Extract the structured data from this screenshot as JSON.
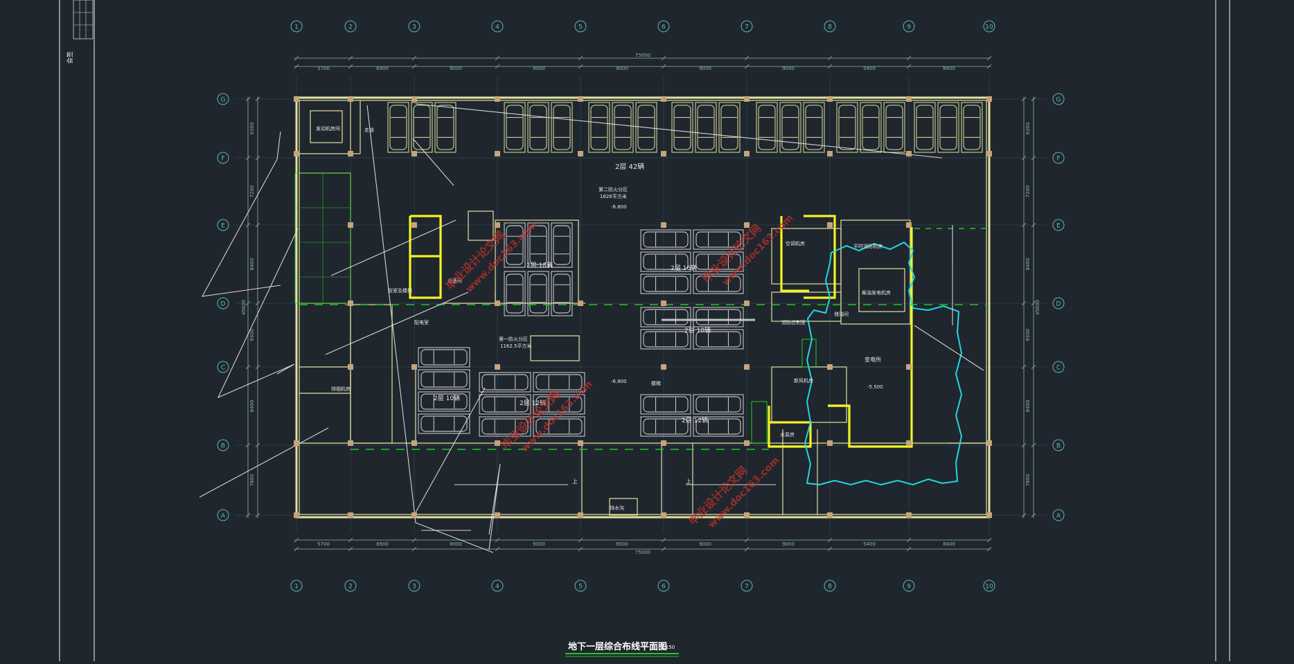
{
  "drawing": {
    "title": "地下一层综合布线平面图",
    "scale": "1:150",
    "sidebar_label": "会签",
    "colors": {
      "background": "#1f262e",
      "grid": "#5fb7b7",
      "wall": "#e3e3a0",
      "highlight_wall": "#f3f323",
      "dim_line": "#8fb6b6",
      "green": "#22c922",
      "cyan": "#25d7e0",
      "white": "#e8e8e8",
      "watermark": "#c0312b",
      "column": "#c7a37a"
    }
  },
  "axes": {
    "columns": [
      "1",
      "2",
      "3",
      "4",
      "5",
      "6",
      "7",
      "8",
      "9",
      "10"
    ],
    "rows": [
      "A",
      "B",
      "C",
      "D",
      "E",
      "F",
      "G"
    ],
    "dims_top": [
      "5700",
      "6900",
      "8000",
      "9000",
      "9000",
      "9000",
      "9000",
      "5400",
      "8400"
    ],
    "dims_bottom": [
      "5700",
      "6900",
      "8000",
      "9000",
      "9000",
      "9000",
      "9000",
      "5400",
      "8400"
    ],
    "total_dim": "75000",
    "dims_left": [
      "6300",
      "7200",
      "8400",
      "9300",
      "8400",
      "7800"
    ],
    "dims_right": [
      "6300",
      "7200",
      "8400",
      "9300",
      "8400",
      "7800"
    ],
    "total_dim_side": "45600"
  },
  "rooms": {
    "parking_top": "2层 42辆",
    "fire_zone_2": "第二防火分区",
    "fire_zone_2_area": "1626平方米",
    "fire_zone_1": "第一防火分区",
    "fire_zone_1_area": "1162.5平方米",
    "parking_mid_left": "2层 18辆",
    "parking_mid_right_a": "2层 16辆",
    "parking_mid_right_b": "2层 10辆",
    "parking_low_left": "2层 10辆",
    "parking_low_mid": "2层 12辆",
    "parking_low_right": "2层 12辆",
    "room_tl": "发动机房间",
    "room_left_a": "走道",
    "room_left_b": "前室及楼梯",
    "room_left_c": "排烟机房",
    "room_left_d": "配电室",
    "room_equip": "设备间",
    "room_right_a": "空调机房",
    "room_right_b": "平时消防机房",
    "room_right_c": "柴油发电机房",
    "room_right_d": "储油间",
    "room_right_e": "变电所",
    "room_right_f": "消防控制室",
    "room_right_g": "新风机房",
    "room_right_h": "水泵房",
    "room_center": "楼梯",
    "room_bottom": "排水沟",
    "elev_1": "-6.800",
    "elev_2": "-6.800",
    "elev_3": "-5.500",
    "ramp_up": "上",
    "ramp_up2": "上"
  },
  "watermark": {
    "text": "毕业设计论文网",
    "url": "www.doc163.com"
  }
}
